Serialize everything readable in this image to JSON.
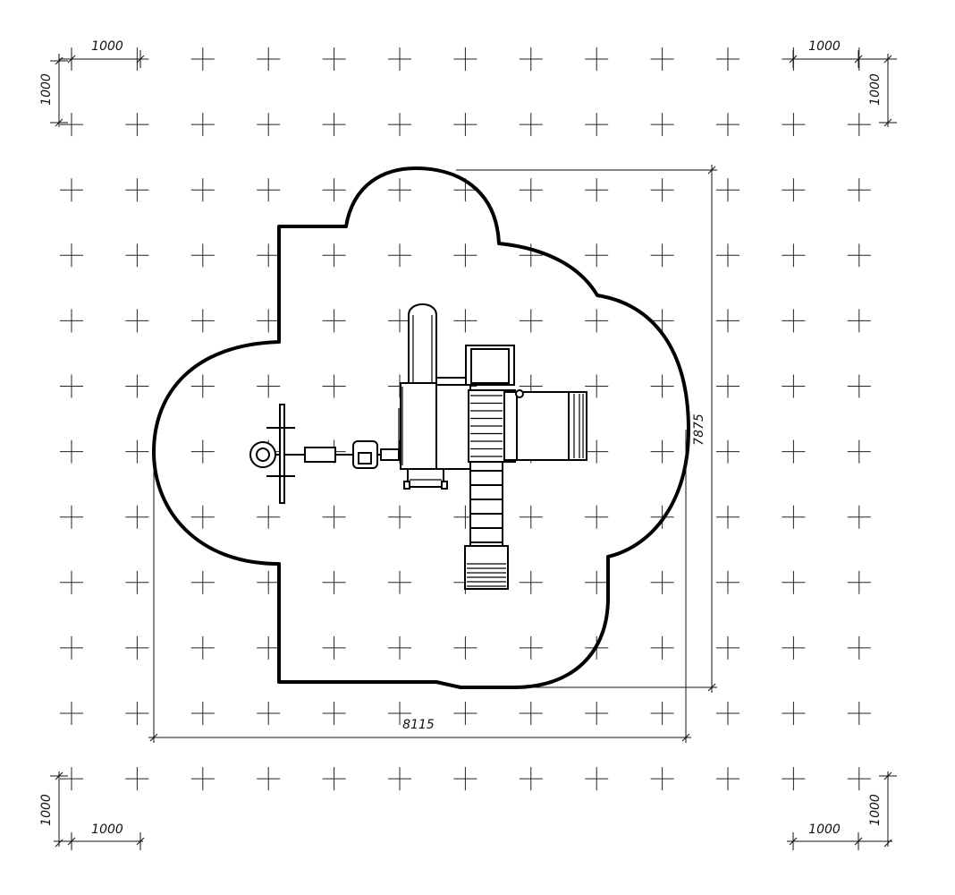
{
  "grid": {
    "mark_icon": "plus-cross"
  },
  "dimensions": {
    "grid_step_top_left_h": "1000",
    "grid_step_top_left_v": "1000",
    "grid_step_top_right_h": "1000",
    "grid_step_top_right_v": "1000",
    "grid_step_bottom_left_h": "1000",
    "grid_step_bottom_left_v": "1000",
    "grid_step_bottom_right_h": "1000",
    "grid_step_bottom_right_v": "1000",
    "overall_width": "8115",
    "overall_height": "7875"
  },
  "colors": {
    "line": "#000000",
    "background": "#ffffff"
  }
}
